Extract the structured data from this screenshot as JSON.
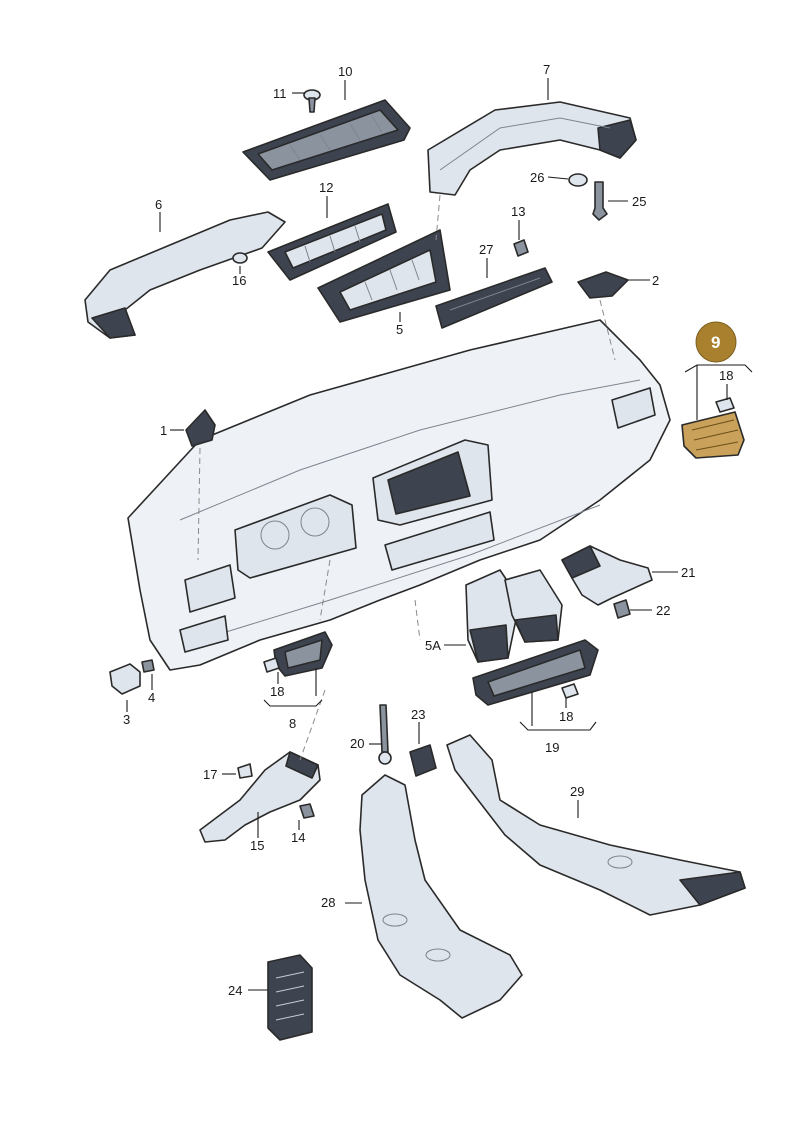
{
  "callouts": [
    {
      "id": "l10",
      "text": "10"
    },
    {
      "id": "l11",
      "text": "11"
    },
    {
      "id": "l7",
      "text": "7"
    },
    {
      "id": "l12",
      "text": "12"
    },
    {
      "id": "l6",
      "text": "6"
    },
    {
      "id": "l26",
      "text": "26"
    },
    {
      "id": "l25",
      "text": "25"
    },
    {
      "id": "l13",
      "text": "13"
    },
    {
      "id": "l27",
      "text": "27"
    },
    {
      "id": "l16",
      "text": "16"
    },
    {
      "id": "l2",
      "text": "2"
    },
    {
      "id": "l5",
      "text": "5"
    },
    {
      "id": "l9",
      "text": "9"
    },
    {
      "id": "l18a",
      "text": "18"
    },
    {
      "id": "l1",
      "text": "1"
    },
    {
      "id": "l21",
      "text": "21"
    },
    {
      "id": "l22",
      "text": "22"
    },
    {
      "id": "l5A",
      "text": "5A"
    },
    {
      "id": "l4",
      "text": "4"
    },
    {
      "id": "l3",
      "text": "3"
    },
    {
      "id": "l18b",
      "text": "18"
    },
    {
      "id": "l8",
      "text": "8"
    },
    {
      "id": "l18c",
      "text": "18"
    },
    {
      "id": "l19",
      "text": "19"
    },
    {
      "id": "l23",
      "text": "23"
    },
    {
      "id": "l20",
      "text": "20"
    },
    {
      "id": "l17",
      "text": "17"
    },
    {
      "id": "l29",
      "text": "29"
    },
    {
      "id": "l14",
      "text": "14"
    },
    {
      "id": "l15",
      "text": "15"
    },
    {
      "id": "l28",
      "text": "28"
    },
    {
      "id": "l24",
      "text": "24"
    }
  ],
  "colors": {
    "highlight_fill": "#c9a15a",
    "highlight_badge": "#a9812e",
    "part_dark": "#3d4450",
    "part_light": "#dfe5ec"
  }
}
